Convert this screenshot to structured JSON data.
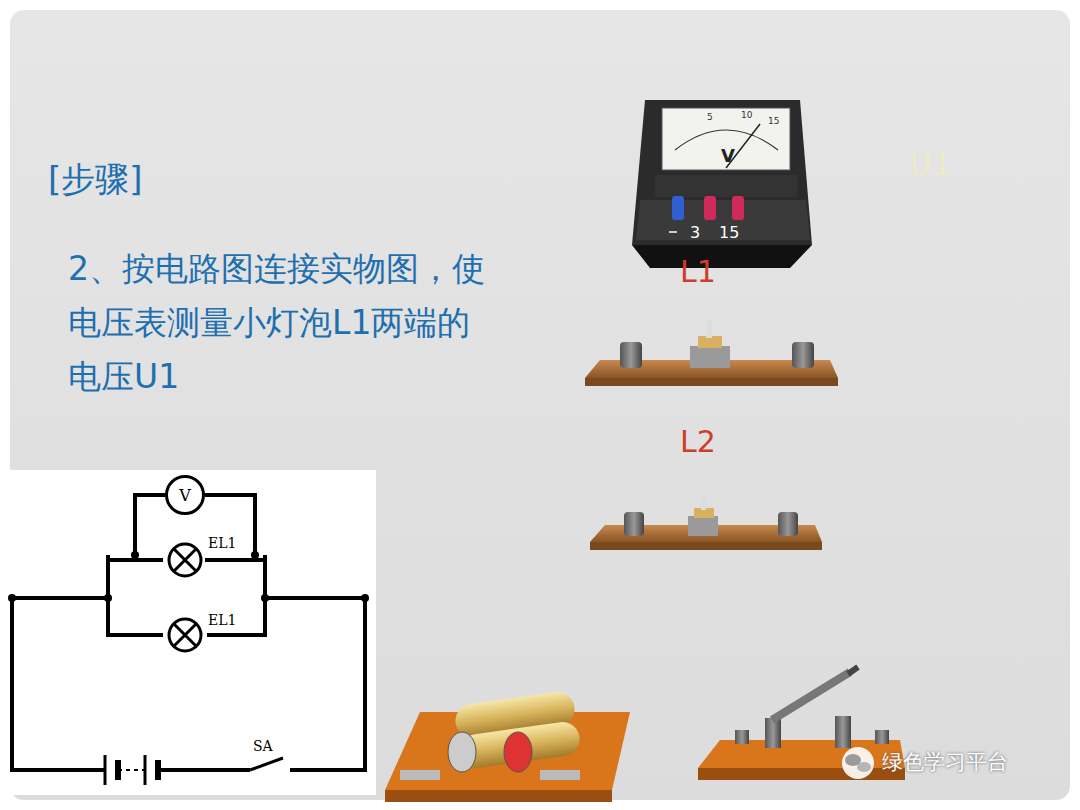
{
  "diagram": {
    "title": "[步骤]",
    "nodes": [
      {
        "text": [
          "V"
        ]
      }
    ],
    "edges": [],
    "labels": [
      "2、按电路图连接实物图，使电压表测量小灯泡L1两端的电压U1",
      "U1",
      "5",
      "10",
      "15",
      "V",
      "3",
      "15",
      "L1",
      "L2",
      "EL1",
      "EL1",
      "SA",
      "绿色学习平台"
    ]
  }
}
